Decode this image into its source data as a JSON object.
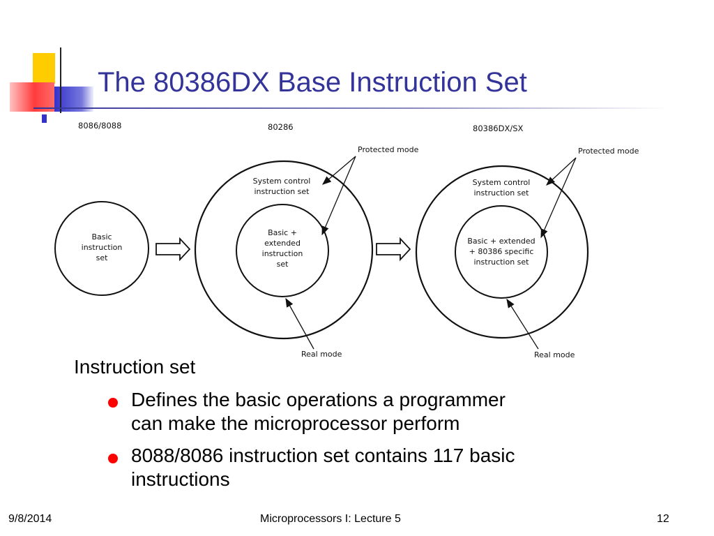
{
  "slide": {
    "title": "The 80386DX Base Instruction Set"
  },
  "diagram": {
    "headers": [
      "8086/8088",
      "80286",
      "80386DX/SX"
    ],
    "circle1_lines": [
      "Basic",
      "instruction",
      "set"
    ],
    "circle2_outer_lines": [
      "System control",
      "instruction set"
    ],
    "circle2_inner_lines": [
      "Basic +",
      "extended",
      "instruction",
      "set"
    ],
    "circle3_outer_lines": [
      "System control",
      "instruction set"
    ],
    "circle3_inner_lines": [
      "Basic + extended",
      "+ 80386 specific",
      "instruction set"
    ],
    "protected_mode": "Protected mode",
    "real_mode": "Real mode"
  },
  "content": {
    "heading": "Instruction set",
    "bullets": [
      [
        "Defines the basic operations a programmer",
        "can make the microprocessor perform"
      ],
      [
        "8088/8086 instruction set contains 117 basic",
        "instructions"
      ]
    ]
  },
  "footer": {
    "date": "9/8/2014",
    "course": "Microprocessors I:   Lecture 5",
    "page": "12"
  },
  "colors": {
    "title": "#333399",
    "bullet": "#ff0000",
    "deco_yellow": "#ffcc00",
    "deco_red": "#ff4040",
    "deco_blue": "#3333cc"
  }
}
